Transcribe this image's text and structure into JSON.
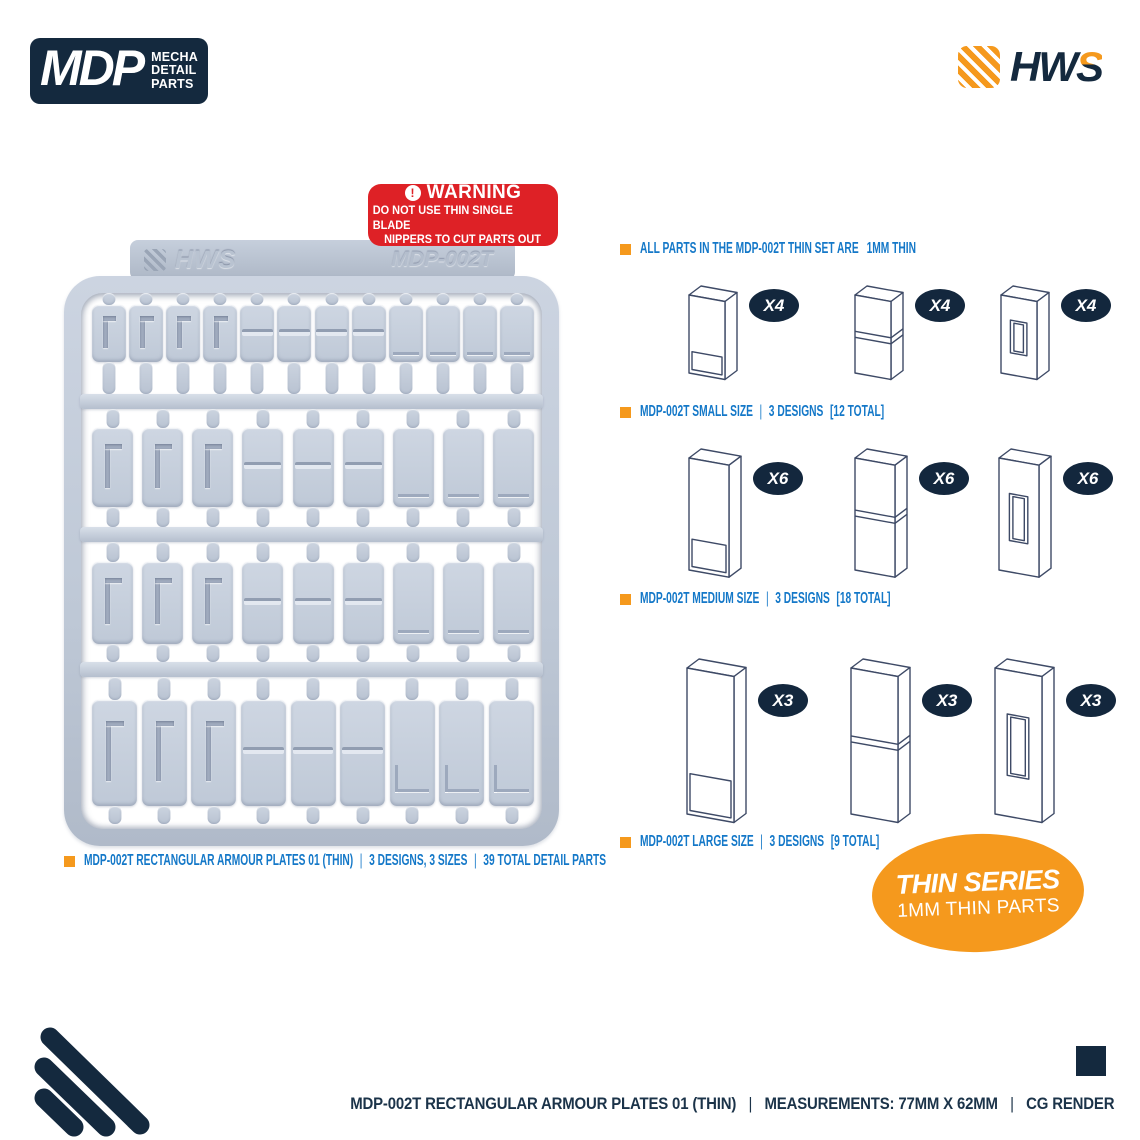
{
  "header": {
    "mdp": {
      "abbr": "MDP",
      "words": [
        "MECHA",
        "DETAIL",
        "PARTS"
      ]
    },
    "hws": {
      "hw": "HW",
      "s": "S"
    }
  },
  "warning": {
    "icon": "!",
    "title": "WARNING",
    "line1": "DO NOT USE THIN SINGLE BLADE",
    "line2": "NIPPERS TO CUT PARTS OUT"
  },
  "sprue": {
    "tab_brand": "HWS",
    "tab_code": "MDP-002T",
    "rows": [
      {
        "size": "small",
        "designs": [
          "groove",
          "groove",
          "groove",
          "groove",
          "split",
          "split",
          "split",
          "split",
          "plain",
          "plain",
          "plain",
          "plain"
        ]
      },
      {
        "size": "medium",
        "designs": [
          "groove",
          "groove",
          "groove",
          "split",
          "split",
          "split",
          "plain",
          "plain",
          "plain"
        ]
      },
      {
        "size": "medium",
        "designs": [
          "groove",
          "groove",
          "groove",
          "split",
          "split",
          "split",
          "plain",
          "plain",
          "plain"
        ]
      },
      {
        "size": "large",
        "designs": [
          "groove",
          "groove",
          "groove",
          "split",
          "split",
          "split",
          "plain",
          "plain",
          "plain"
        ]
      }
    ],
    "caption": {
      "name": "MDP-002T RECTANGULAR ARMOUR PLATES 01 (THIN)",
      "sep": "|",
      "designs": "3 DESIGNS, 3 SIZES",
      "total": "39 TOTAL DETAIL PARTS"
    }
  },
  "panel": {
    "intro_pre": "ALL PARTS IN THE MDP-002T THIN SET ARE",
    "intro_bold": "1MM THIN",
    "designs_order": [
      "panel",
      "split",
      "slot"
    ],
    "groups": [
      {
        "badge": "X4",
        "label": "MDP-002T SMALL SIZE",
        "sep": "|",
        "designs": "3 DESIGNS",
        "total": "[12 TOTAL]"
      },
      {
        "badge": "X6",
        "label": "MDP-002T MEDIUM SIZE",
        "sep": "|",
        "designs": "3 DESIGNS",
        "total": "[18 TOTAL]"
      },
      {
        "badge": "X3",
        "label": "MDP-002T LARGE SIZE",
        "sep": "|",
        "designs": "3 DESIGNS",
        "total": "[9 TOTAL]"
      }
    ]
  },
  "thin_badge": {
    "title": "THIN SERIES",
    "subtitle": "1MM THIN PARTS"
  },
  "footer": {
    "product": "MDP-002T RECTANGULAR ARMOUR PLATES 01 (THIN)",
    "sep": "|",
    "measurements": "MEASUREMENTS: 77MM X 62MM",
    "render": "CG RENDER"
  },
  "colors": {
    "navy": "#14293E",
    "orange": "#F5991D",
    "label_blue": "#1478C8",
    "warning_red": "#DE2126",
    "plastic_gray": "#C4CDDA"
  }
}
